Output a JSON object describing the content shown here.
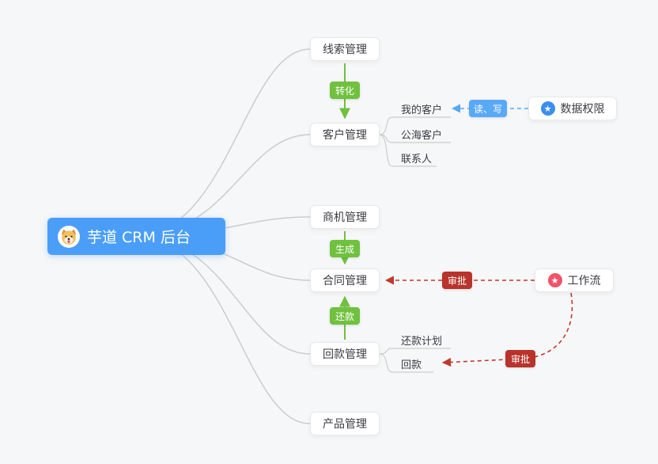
{
  "root": {
    "label": "芋道 CRM 后台"
  },
  "main_nodes": [
    {
      "id": "leads",
      "label": "线索管理"
    },
    {
      "id": "customer",
      "label": "客户管理"
    },
    {
      "id": "opportunity",
      "label": "商机管理"
    },
    {
      "id": "contract",
      "label": "合同管理"
    },
    {
      "id": "receivable",
      "label": "回款管理"
    },
    {
      "id": "product",
      "label": "产品管理"
    }
  ],
  "customer_children": [
    "我的客户",
    "公海客户",
    "联系人"
  ],
  "receivable_children": [
    "还款计划",
    "回款"
  ],
  "badges": {
    "convert": "转化",
    "generate": "生成",
    "repay": "还款",
    "read_write": "读、写",
    "approve_contract": "审批",
    "approve_receivable": "审批"
  },
  "side_nodes": {
    "data_permission": "数据权限",
    "workflow": "工作流"
  },
  "icons": {
    "star": "★"
  },
  "colors": {
    "root_bg": "#4a9ef8",
    "green": "#6fc13e",
    "blue": "#59a9f8",
    "red_badge": "#b8332b",
    "red_line": "#c0392b",
    "gray_line": "#cccccc",
    "background": "#f6f7f8"
  }
}
